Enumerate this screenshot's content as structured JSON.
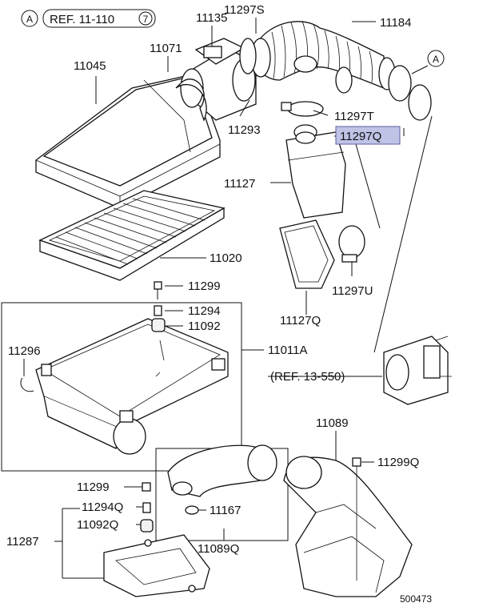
{
  "refs": {
    "top_ref": "REF. 11-110",
    "top_ref_circle_a": "A",
    "top_ref_num": "7",
    "right_circle_a": "A",
    "mid_ref": "(REF. 13-550)"
  },
  "labels": {
    "p11135": "11135",
    "p11297S": "11297S",
    "p11184": "11184",
    "p11071": "11071",
    "p11045": "11045",
    "p11297T": "11297T",
    "p11293": "11293",
    "p11297Q_hl": "11297Q",
    "p11127": "11127",
    "p11020": "11020",
    "p11297U": "11297U",
    "p11127Q": "11127Q",
    "p11299a": "11299",
    "p11294a": "11294",
    "p11092a": "11092",
    "p11296": "11296",
    "p11011A": "11011A",
    "p11089": "11089",
    "p11299Q": "11299Q",
    "p11299b": "11299",
    "p11294Q": "11294Q",
    "p11167": "11167",
    "p11092Q": "11092Q",
    "p11287": "11287",
    "p11089Q": "11089Q",
    "code": "500473"
  },
  "colors": {
    "highlight": "#bfc3e6"
  }
}
